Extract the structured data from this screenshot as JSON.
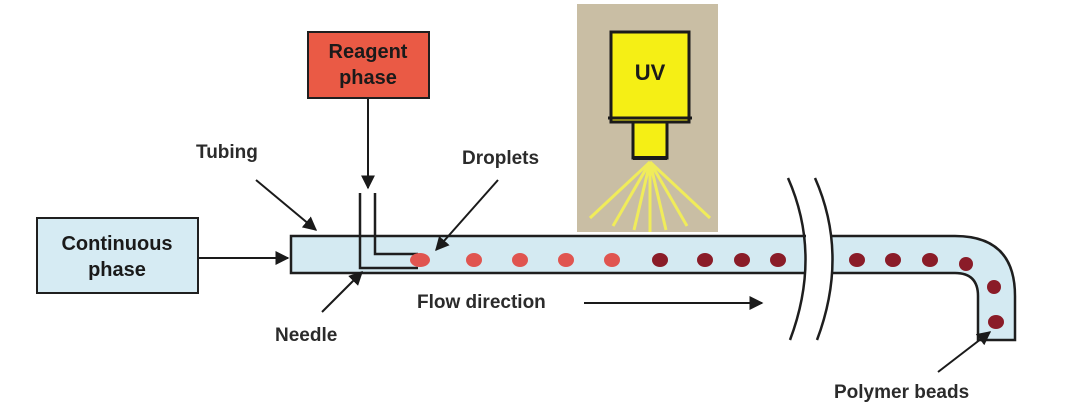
{
  "boxes": {
    "continuous_phase": {
      "line1": "Continuous",
      "line2": "phase",
      "fill": "#d6ebf3",
      "stroke": "#1f1f1f"
    },
    "reagent_phase": {
      "line1": "Reagent",
      "line2": "phase",
      "fill": "#ea5a45",
      "stroke": "#1f1f1f"
    }
  },
  "uv_lamp": {
    "label": "UV",
    "panel_color": "#c9bea4",
    "lamp_color": "#f5ef15",
    "ray_color": "#f0ec5a"
  },
  "labels": {
    "tubing": "Tubing",
    "droplets": "Droplets",
    "needle": "Needle",
    "flow_direction": "Flow direction",
    "polymer_beads": "Polymer beads"
  },
  "colors": {
    "tube_fill": "#d4eaf2",
    "tube_stroke": "#1e1e1e",
    "droplet_red": "#e05550",
    "bead_dark": "#8a1c28"
  }
}
